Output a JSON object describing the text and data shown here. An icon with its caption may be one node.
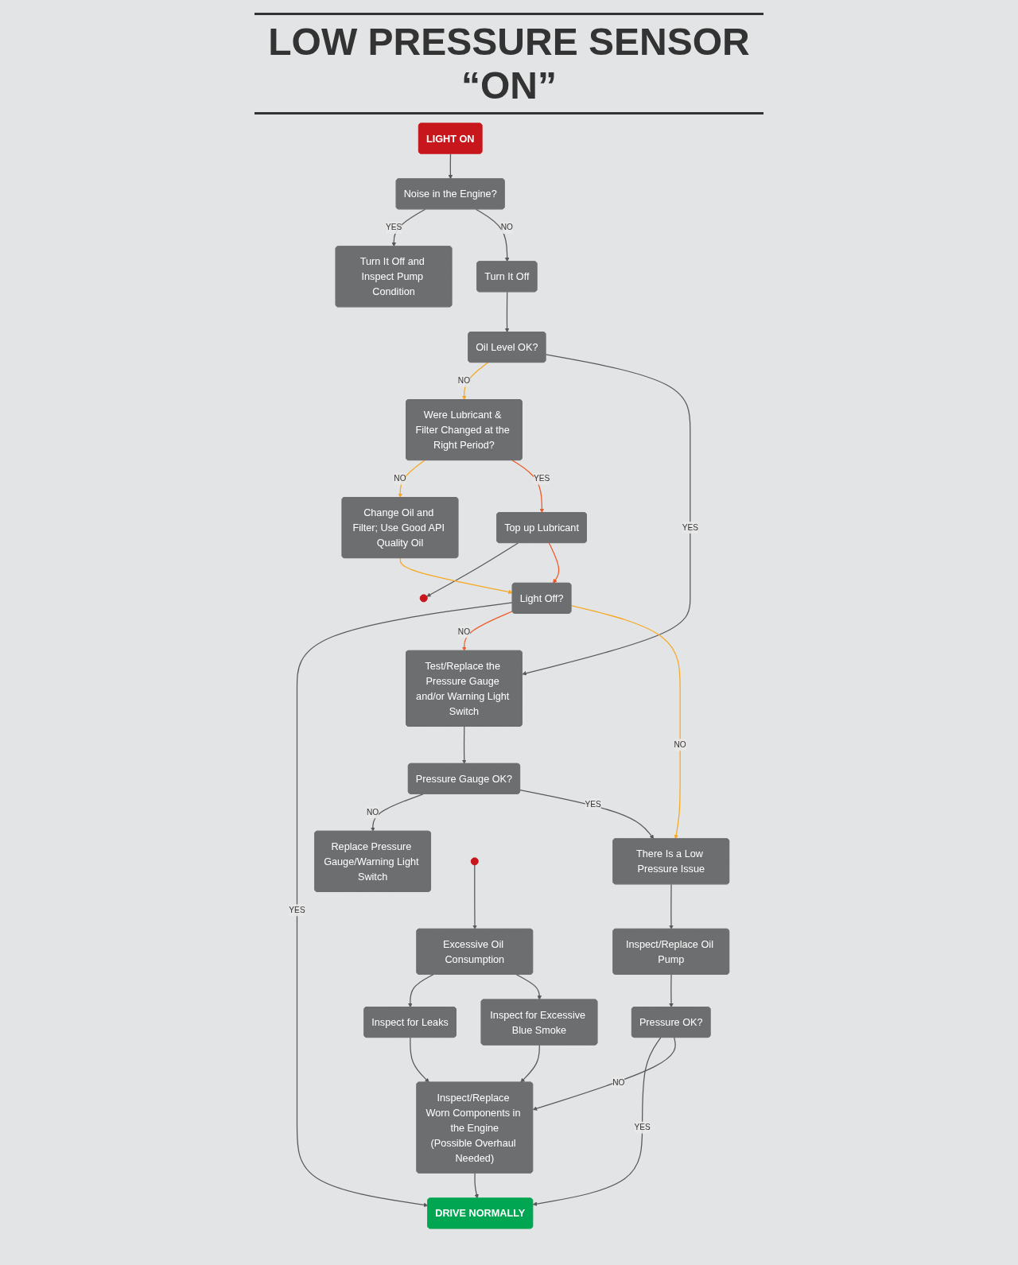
{
  "diagram": {
    "title": "LOW PRESSURE SENSOR “ON”",
    "nodes": [
      {
        "text": [
          "LIGHT ON"
        ]
      },
      {
        "text": [
          "Noise in the Engine?"
        ]
      },
      {
        "text": [
          "Turn It Off and Inspect Pump Condition"
        ]
      },
      {
        "text": [
          "Turn It Off"
        ]
      },
      {
        "text": [
          "Oil Level OK?"
        ]
      },
      {
        "text": [
          "Were Lubricant & Filter Changed at the Right Period?"
        ]
      },
      {
        "text": [
          "Change Oil and Filter; Use Good API Quality Oil"
        ]
      },
      {
        "text": [
          "Test/Replace the Pressure Gauge and/or Warning Light Switch"
        ]
      },
      {
        "text": [],
        "shape": "circle"
      },
      {
        "text": [
          "Top up Lubricant"
        ]
      },
      {
        "text": [
          "Light Off?"
        ]
      },
      {
        "text": [
          "Pressure Gauge OK?"
        ]
      },
      {
        "text": [
          "Replace Pressure Gauge/Warning Light Switch"
        ]
      },
      {
        "text": [
          "DRIVE NORMALLY"
        ]
      },
      {
        "text": [
          "There Is a Low Pressure Issue"
        ]
      },
      {
        "text": [
          "Inspect/Replace Oil Pump"
        ]
      },
      {
        "text": [
          "Pressure OK?"
        ]
      },
      {
        "text": [
          "Inspect/Replace Worn Components in the Engine",
          "(Possible Overhaul Needed)"
        ]
      },
      {
        "text": [],
        "shape": "circle"
      },
      {
        "text": [
          "Excessive Oil Consumption"
        ]
      },
      {
        "text": [
          "Inspect for Leaks"
        ]
      },
      {
        "text": [
          "Inspect for Excessive Blue Smoke"
        ]
      }
    ],
    "edges": [
      {
        "from": 0,
        "to": 1,
        "arrow": "to"
      },
      {
        "from": 1,
        "to": 2,
        "arrow": "to",
        "label": "YES"
      },
      {
        "from": 1,
        "to": 3,
        "arrow": "to",
        "label": "NO"
      },
      {
        "from": 3,
        "to": 4,
        "arrow": "to"
      },
      {
        "from": 4,
        "to": 5,
        "arrow": "to",
        "label": "NO",
        "color": "#f7a823"
      },
      {
        "from": 5,
        "to": 6,
        "arrow": "to",
        "label": "NO",
        "color": "#f7a823"
      },
      {
        "from": 4,
        "to": 7,
        "arrow": "to",
        "label": "YES"
      },
      {
        "from": 5,
        "to": 9,
        "arrow": "to",
        "label": "YES",
        "color": "#f05a28"
      },
      {
        "from": 9,
        "to": 8,
        "arrow": "to"
      },
      {
        "from": 9,
        "to": 10,
        "arrow": "to",
        "color": "#f05a28"
      },
      {
        "from": 6,
        "to": 10,
        "arrow": "to",
        "color": "#f7a823"
      },
      {
        "from": 10,
        "to": 13,
        "arrow": "to",
        "label": "YES"
      },
      {
        "from": 10,
        "to": 7,
        "arrow": "to",
        "label": "NO",
        "color": "#f05a28"
      },
      {
        "from": 10,
        "to": 14,
        "arrow": "to",
        "label": "NO",
        "color": "#f7a823"
      },
      {
        "from": 7,
        "to": 11,
        "arrow": "to"
      },
      {
        "from": 11,
        "to": 12,
        "arrow": "to",
        "label": "NO"
      },
      {
        "from": 11,
        "to": 14,
        "arrow": "to",
        "label": "YES"
      },
      {
        "from": 14,
        "to": 15,
        "arrow": "to"
      },
      {
        "from": 15,
        "to": 16,
        "arrow": "to"
      },
      {
        "from": 16,
        "to": 13,
        "arrow": "to",
        "label": "YES"
      },
      {
        "from": 16,
        "to": 17,
        "arrow": "to",
        "label": "NO"
      },
      {
        "from": 17,
        "to": 13,
        "arrow": "to"
      },
      {
        "from": 18,
        "to": 19,
        "arrow": "to"
      },
      {
        "from": 19,
        "to": 20,
        "arrow": "to"
      },
      {
        "from": 19,
        "to": 21,
        "arrow": "to"
      },
      {
        "from": 20,
        "to": 17,
        "arrow": "to"
      },
      {
        "from": 21,
        "to": 17,
        "arrow": "to"
      }
    ]
  }
}
